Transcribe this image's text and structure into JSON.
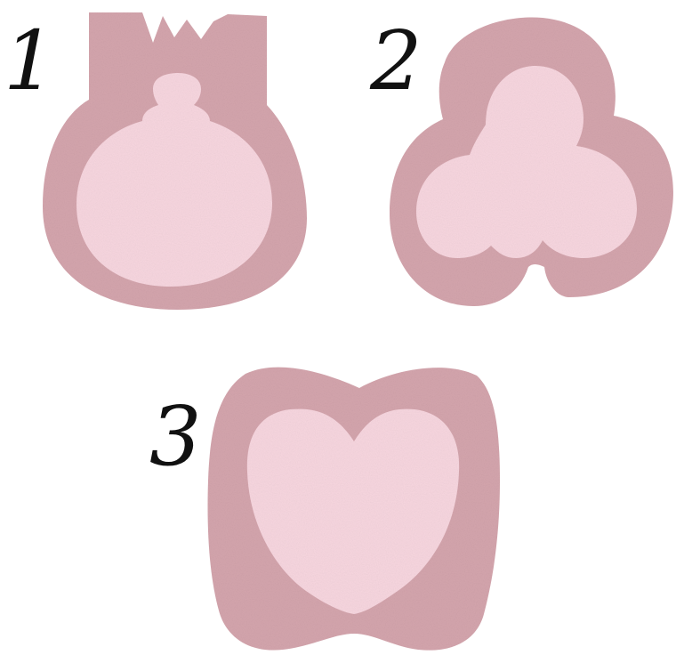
{
  "labels": {
    "one": "1",
    "two": "2",
    "three": "3"
  },
  "colors": {
    "outer": "#d4a5ad",
    "inner": "#f7d6df",
    "ink": "#111111",
    "background": "#ffffff"
  }
}
